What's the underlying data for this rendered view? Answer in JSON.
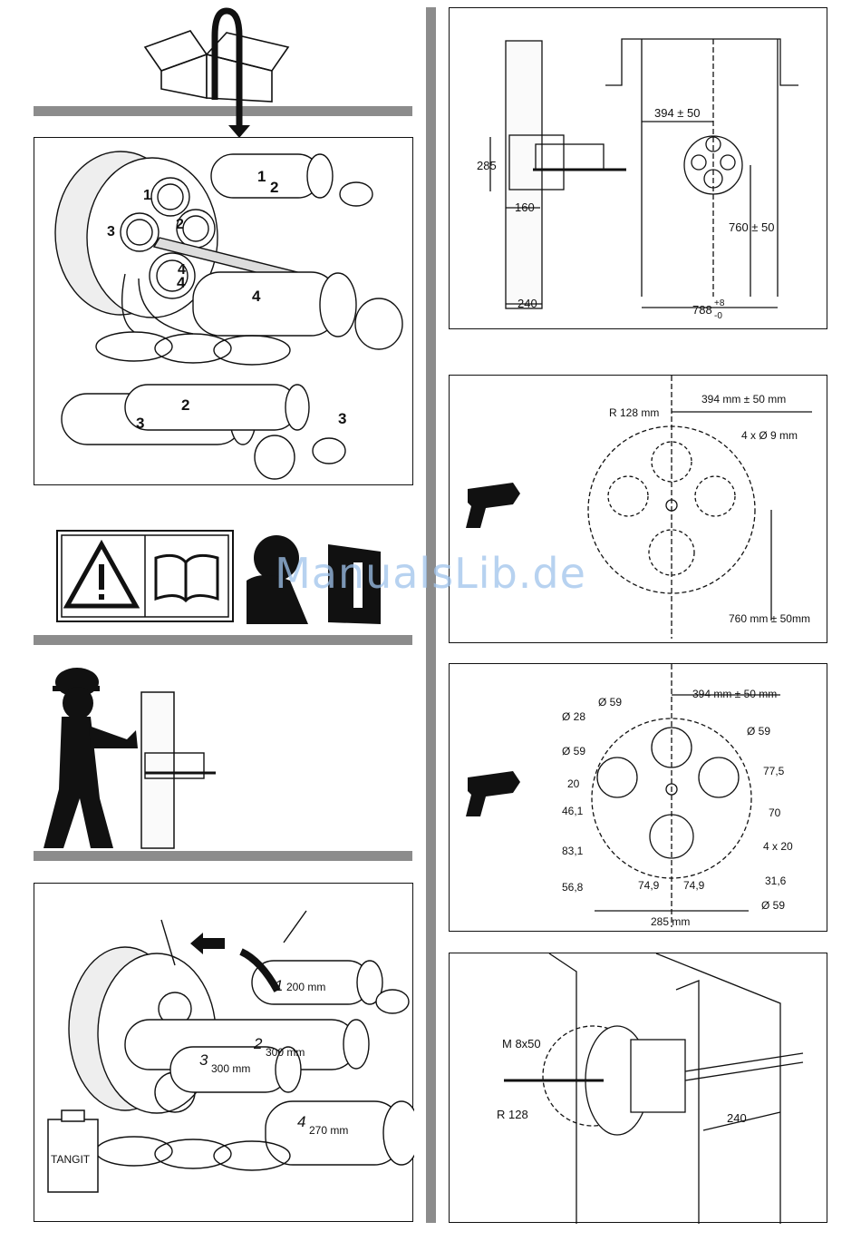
{
  "left_column": {
    "unpack_numbers": [
      "1",
      "2",
      "3",
      "4",
      "4",
      "2",
      "3",
      "1",
      "2",
      "3",
      "4"
    ],
    "tangit_label": "TANGIT",
    "pipe_lengths": [
      {
        "number": "1",
        "length": "200 mm"
      },
      {
        "number": "2",
        "length": "300 mm"
      },
      {
        "number": "3",
        "length": "300 mm"
      },
      {
        "number": "4",
        "length": "270 mm"
      }
    ]
  },
  "right_column": {
    "wall_install": {
      "height": "285",
      "depth": "160",
      "wall_thickness": "240",
      "offset_x": "394 ± 50",
      "offset_y": "760 ± 50",
      "width": "788",
      "tol_plus": "+8",
      "tol_minus": "-0"
    },
    "drilling_template": {
      "offset_x": "394 mm ± 50 mm",
      "radius": "R 128 mm",
      "holes": "4 x Ø 9 mm",
      "offset_y": "760 mm ± 50mm"
    },
    "hole_dimensions": {
      "offset_x": "394 mm ± 50 mm",
      "d59_top": "Ø 59",
      "d28": "Ø 28",
      "d59_right": "Ø 59",
      "d59_left": "Ø 59",
      "d20": "20",
      "v775": "77,5",
      "v70": "70",
      "v461": "46,1",
      "v4x20": "4 x 20",
      "v831": "83,1",
      "v316": "31,6",
      "v568": "56,8",
      "v749a": "74,9",
      "v749b": "74,9",
      "d59_bottom": "Ø 59",
      "v285": "285 mm"
    },
    "mounting": {
      "bolt": "M 8x50",
      "radius": "R 128",
      "thickness": "240"
    }
  },
  "watermark": "ManualsLib.de"
}
